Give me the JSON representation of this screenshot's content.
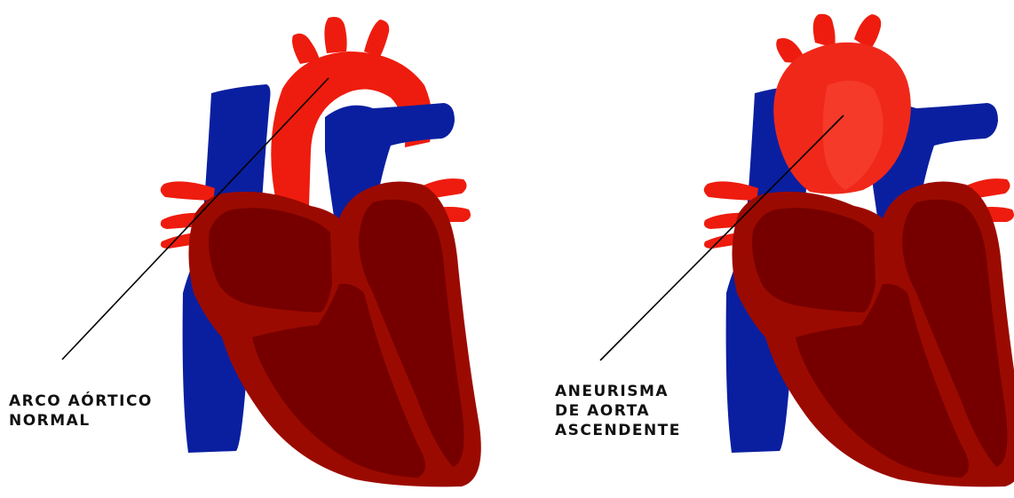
{
  "labels": {
    "normal": [
      "ARCO AÓRTICO",
      "NORMAL"
    ],
    "aneurysm": [
      "ANEURISMA",
      "DE AORTA",
      "ASCENDENTE"
    ]
  },
  "colors": {
    "artery_red": "#ee1c0e",
    "aneurysm_red": "#f0281a",
    "vein_blue": "#0a1fa0",
    "heart_outer": "#9b0a00",
    "heart_inner": "#760000",
    "pointer_line": "#000000"
  }
}
